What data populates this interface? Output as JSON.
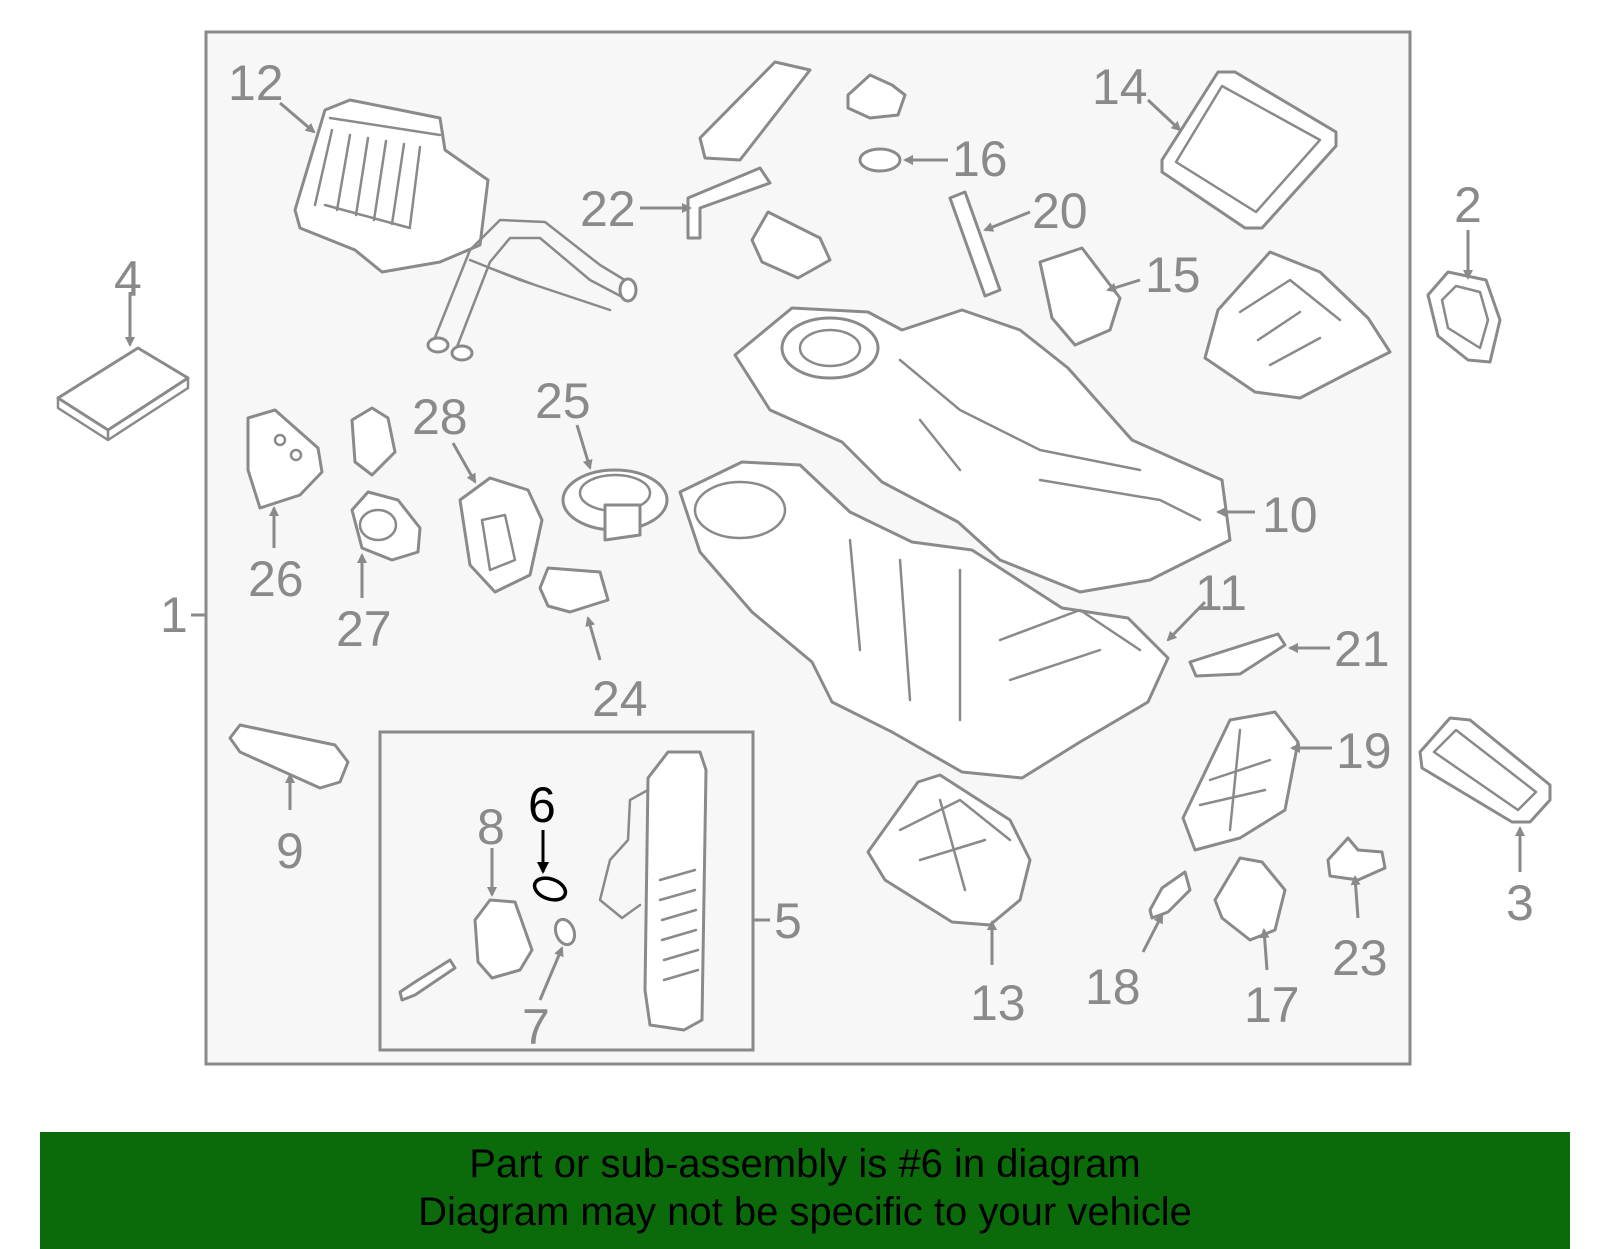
{
  "diagram": {
    "callouts": {
      "c1": "1",
      "c2": "2",
      "c3": "3",
      "c4": "4",
      "c5": "5",
      "c6": "6",
      "c7": "7",
      "c8": "8",
      "c9": "9",
      "c10": "10",
      "c11": "11",
      "c12": "12",
      "c13": "13",
      "c14": "14",
      "c15": "15",
      "c16": "16",
      "c17": "17",
      "c18": "18",
      "c19": "19",
      "c20": "20",
      "c21": "21",
      "c22": "22",
      "c23": "23",
      "c24": "24",
      "c25": "25",
      "c26": "26",
      "c27": "27",
      "c28": "28"
    },
    "highlighted_part": "6",
    "colors": {
      "line": "#8a8a8a",
      "highlight": "#000000",
      "panel": "#f7f7f7",
      "banner": "#0b6b0b"
    }
  },
  "banner": {
    "line1": "Part or sub-assembly is #6 in diagram",
    "line2": "Diagram may not be specific to your vehicle"
  }
}
